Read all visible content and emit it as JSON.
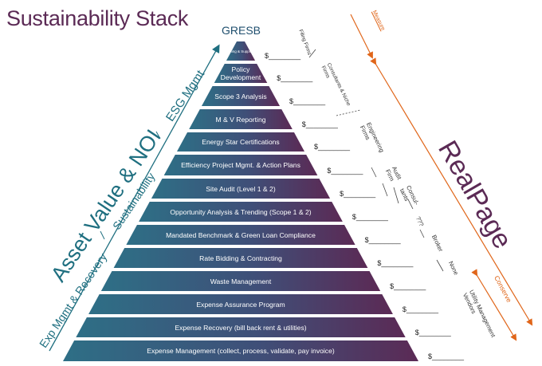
{
  "title": "Sustainability Stack",
  "apex_label": "GRESB",
  "layers": [
    {
      "label": "Filing & Support",
      "dollar": "$________"
    },
    {
      "label": "Policy Development",
      "dollar": "$________"
    },
    {
      "label": "Scope 3 Analysis",
      "dollar": "$________"
    },
    {
      "label": "M & V Reporting",
      "dollar": "$________"
    },
    {
      "label": "Energy Star Certifications",
      "dollar": "$________"
    },
    {
      "label": "Efficiency Project Mgmt. & Action Plans",
      "dollar": "$________"
    },
    {
      "label": "Site Audit (Level 1 & 2)",
      "dollar": "$________"
    },
    {
      "label": "Opportunity Analysis & Trending (Scope 1 & 2)",
      "dollar": "$________"
    },
    {
      "label": "Mandated Benchmark & Green Loan Compliance",
      "dollar": "$________"
    },
    {
      "label": "Rate Bidding & Contracting",
      "dollar": "$________"
    },
    {
      "label": "Waste Management",
      "dollar": "$________"
    },
    {
      "label": "Expense Assurance Program",
      "dollar": "$________"
    },
    {
      "label": "Expense Recovery (bill back rent & utilities)",
      "dollar": "$________"
    },
    {
      "label": "Expense Management (collect, process, validate, pay invoice)",
      "dollar": "$________"
    }
  ],
  "left_axis": {
    "asset_value": "Asset Value & NOI",
    "esg": "ESG Mgmt",
    "sustainability": "Sustainability",
    "exp": "Exp Mgmt & Recovery"
  },
  "vendors": {
    "filing_firms": "Filing Firms",
    "consultants": "Consultants & Niche Firms",
    "engineering": "Engineering Firms",
    "audit_firm": "Audit Firm",
    "consultants2": "Consul-tants",
    "unknown": "???",
    "broker": "Broker",
    "none": "None",
    "utility": "Utility Management Vendors"
  },
  "right_axis": {
    "measure": "Measure",
    "realpage": "RealPage",
    "conserve": "Conserve"
  },
  "colors": {
    "teal": "#2e6f86",
    "purple": "#5b2a55",
    "orange": "#e0661a",
    "accent": "#1f6f80"
  }
}
